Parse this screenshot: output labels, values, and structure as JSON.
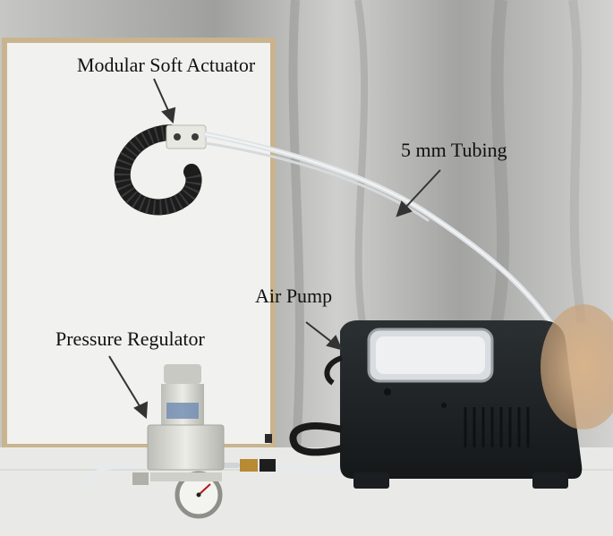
{
  "annotations": {
    "actuator": "Modular Soft Actuator",
    "tubing": "5 mm Tubing",
    "pump": "Air Pump",
    "regulator": "Pressure Regulator"
  },
  "colors": {
    "background_curtain": "#b9b9b7",
    "board": "#f1f1ef",
    "board_frame": "#c9b48f",
    "table": "#e9e9e7",
    "pump_body": "#1f2326",
    "actuator": "#1c1c1c",
    "tubing": "#dfe3e6",
    "regulator": "#d8d8d2"
  }
}
